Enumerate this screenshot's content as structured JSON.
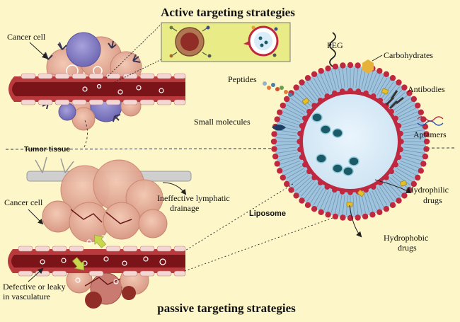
{
  "titles": {
    "active": "Active targeting strategies",
    "passive": "passive targeting strategies"
  },
  "labels": {
    "cancer_cell_top": "Cancer cell",
    "tumor_tissue": "Tumor  tissue",
    "cancer_cell_bottom": "Cancer cell",
    "lymphatic_line1": "Ineffective lymphatic",
    "lymphatic_line2": "drainage",
    "vasculature_line1": "Defective or leaky",
    "vasculature_line2": "in vasculature",
    "peg": "PEG",
    "carbohydrates": "Carbohydrates",
    "peptides": "Peptides",
    "antibodies": "Antibodies",
    "small_molecules": "Small molecules",
    "aptamers": "Aptamers",
    "liposome": "Liposome",
    "hydrophilic_line1": "Hydrophilic",
    "hydrophilic_line2": "drugs",
    "hydrophobic_line1": "Hydrophobic",
    "hydrophobic_line2": "drugs"
  },
  "colors": {
    "background": "#fdf6c9",
    "inset": "#e9ec86",
    "vessel_wall": "#b83a3c",
    "blood": "#7a1418",
    "lipid_head": "#c0283f",
    "lipid_tail": "#9fc3dc",
    "core": "#d9ecf9",
    "drug": "#1c5a68",
    "tumor": "#e8b09a",
    "cancer_blue": "#8a82c8",
    "arrow": "#c8d84a"
  }
}
